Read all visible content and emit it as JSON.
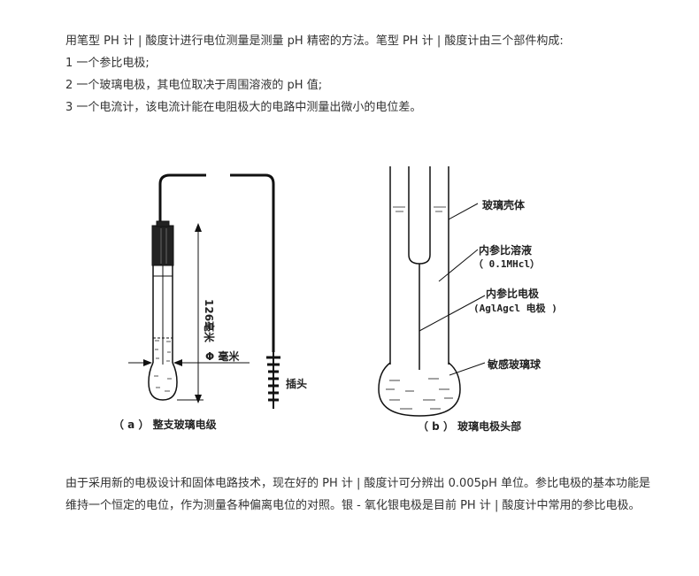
{
  "intro": {
    "line1": "用笔型 PH 计 | 酸度计进行电位测量是测量 pH 精密的方法。笔型 PH 计 | 酸度计由三个部件构成:",
    "line2": "1 一个参比电极;",
    "line3": "2 一个玻璃电极，其电位取决于周围溶液的 pH 值;",
    "line4": "3 一个电流计，该电流计能在电阻极大的电路中测量出微小的电位差。"
  },
  "figure": {
    "left": {
      "length_label": "126毫米",
      "diameter_label": "Φ 毫米",
      "plug_label": "插头",
      "caption": "（ a ） 整支玻璃电级"
    },
    "right": {
      "shell_label": "玻璃壳体",
      "inner_solution_label": "内参比溶液",
      "inner_solution_sub": "（ 0.1MHcl）",
      "inner_electrode_label": "内参比电极",
      "inner_electrode_sub": "(AglAgcl 电极 )",
      "bulb_label": "敏感玻璃球",
      "caption": "（ b ） 玻璃电极头部"
    }
  },
  "outro": {
    "text": "由于采用新的电极设计和固体电路技术，现在好的 PH 计 | 酸度计可分辨出 0.005pH 单位。参比电极的基本功能是维持一个恒定的电位，作为测量各种偏离电位的对照。银 - 氧化银电极是目前 PH 计 | 酸度计中常用的参比电极。"
  }
}
